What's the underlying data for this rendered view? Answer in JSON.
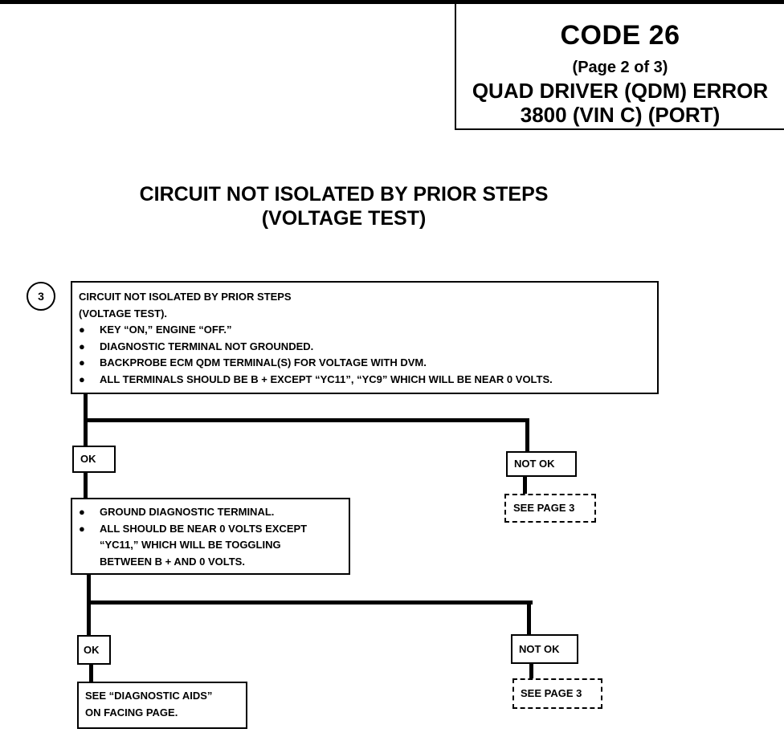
{
  "header": {
    "code": "CODE 26",
    "page": "(Page 2 of 3)",
    "title_line1": "QUAD DRIVER (QDM) ERROR",
    "title_line2": "3800  (VIN C)  (PORT)"
  },
  "heading": {
    "line1": "CIRCUIT NOT ISOLATED BY PRIOR STEPS",
    "line2": "(VOLTAGE TEST)"
  },
  "step": {
    "number": "3",
    "line1": "CIRCUIT NOT ISOLATED BY PRIOR STEPS",
    "line2": "(VOLTAGE TEST).",
    "bullets": [
      "KEY “ON,” ENGINE “OFF.”",
      "DIAGNOSTIC TERMINAL NOT GROUNDED.",
      "BACKPROBE ECM QDM TERMINAL(S) FOR VOLTAGE WITH DVM.",
      "ALL TERMINALS SHOULD BE B +  EXCEPT “YC11”, “YC9” WHICH WILL BE NEAR  0  VOLTS."
    ]
  },
  "branch1": {
    "ok_label": "OK",
    "notok_label": "NOT OK",
    "notok_target": "SEE PAGE 3"
  },
  "step2": {
    "bullet1": "GROUND DIAGNOSTIC TERMINAL.",
    "bullet2_line1": "ALL SHOULD BE NEAR 0 VOLTS EXCEPT",
    "bullet2_line2": "“YC11,” WHICH WILL BE TOGGLING",
    "bullet2_line3": "BETWEEN B +  AND 0 VOLTS."
  },
  "branch2": {
    "ok_label": "OK",
    "ok_target_line1": "SEE “DIAGNOSTIC AIDS”",
    "ok_target_line2": "ON FACING PAGE.",
    "notok_label": "NOT OK",
    "notok_target": "SEE PAGE 3"
  },
  "bullet_glyph": "●"
}
